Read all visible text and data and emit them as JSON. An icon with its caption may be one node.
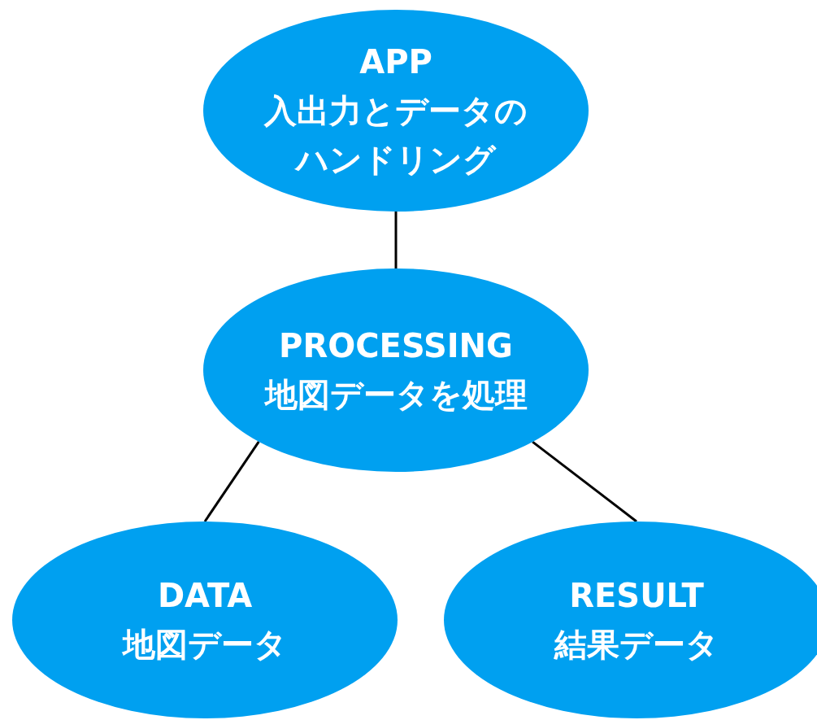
{
  "diagram": {
    "nodes": [
      {
        "text": [
          "APP",
          "入出力とデータのハンドリング"
        ]
      },
      {
        "text": [
          "PROCESSING",
          "地図データを処理"
        ]
      },
      {
        "text": [
          "DATA",
          "地図データ"
        ]
      },
      {
        "text": [
          "RESULT",
          "結果データ"
        ]
      }
    ],
    "edges": [
      {
        "from": 0,
        "to": 1,
        "arrow": "none"
      },
      {
        "from": 1,
        "to": 2,
        "arrow": "none"
      },
      {
        "from": 1,
        "to": 3,
        "arrow": "none"
      }
    ]
  }
}
